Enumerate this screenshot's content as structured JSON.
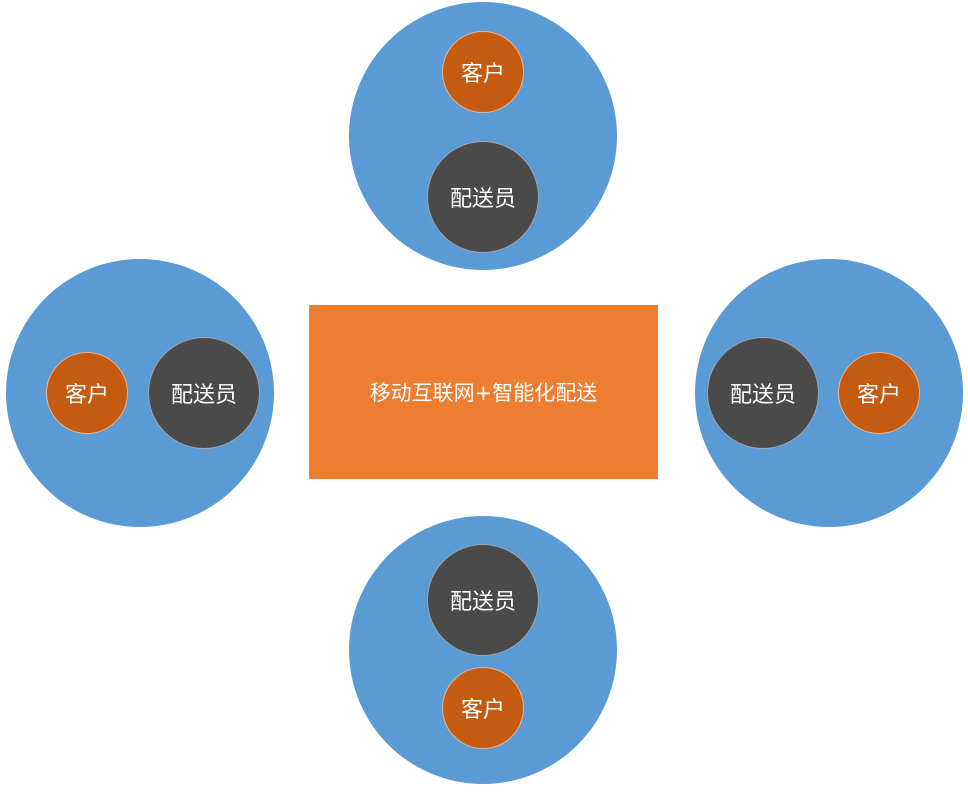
{
  "center": {
    "label": "移动互联网+智能化配送"
  },
  "groups": [
    {
      "position": "top",
      "customer": "客户",
      "courier": "配送员"
    },
    {
      "position": "left",
      "customer": "客户",
      "courier": "配送员"
    },
    {
      "position": "right",
      "customer": "客户",
      "courier": "配送员"
    },
    {
      "position": "bottom",
      "customer": "客户",
      "courier": "配送员"
    }
  ],
  "colors": {
    "outer": "#5b9bd5",
    "customer": "#c55a11",
    "courier": "#4a4a4a",
    "center": "#ed7d31"
  }
}
